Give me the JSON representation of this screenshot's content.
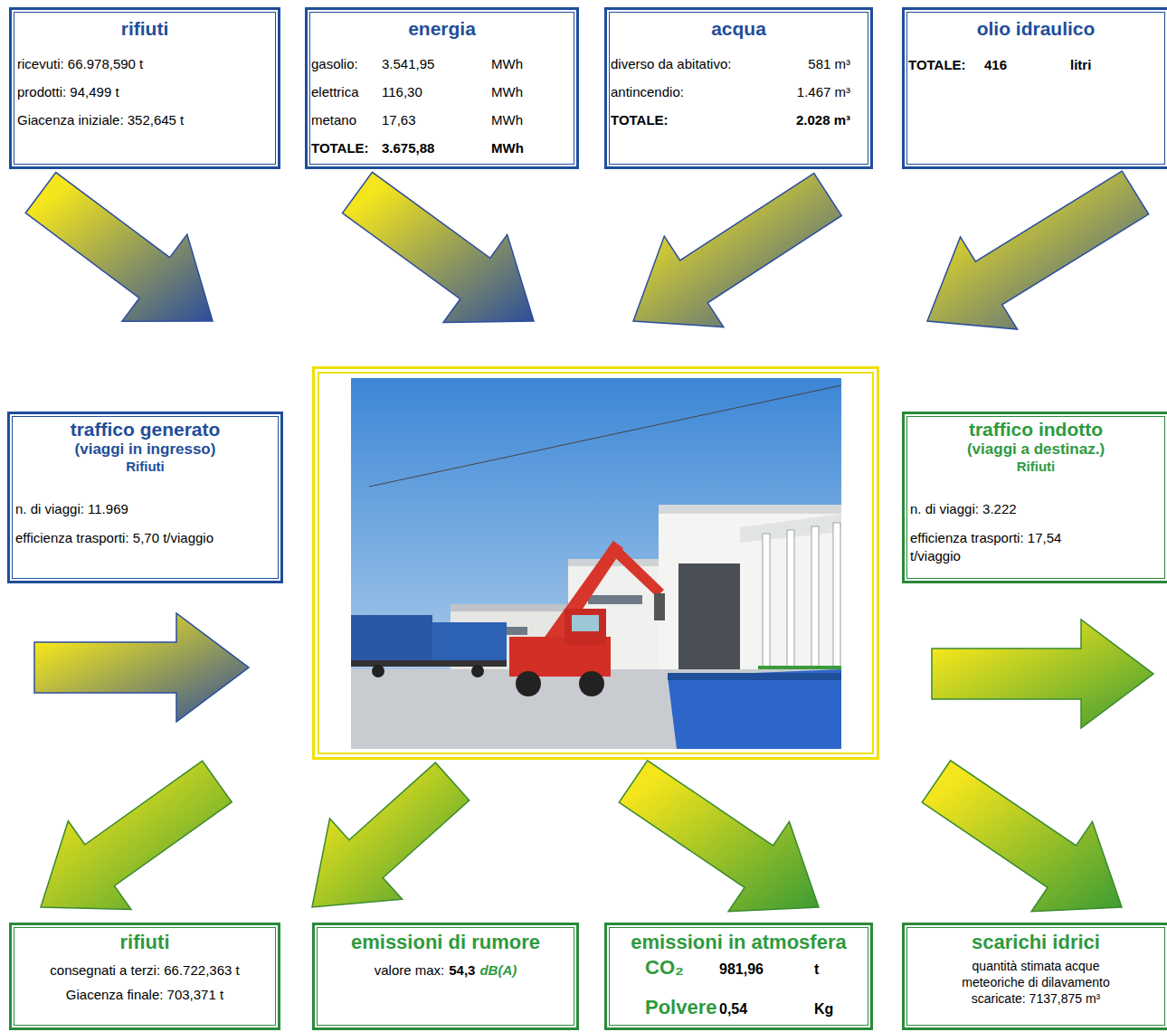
{
  "diagram": {
    "nodes": [
      {
        "text": [
          "rifiuti",
          "ricevuti: 66.978,590 t",
          "prodotti: 94,499 t",
          "Giacenza iniziale: 352,645 t"
        ]
      },
      {
        "text": [
          "energia",
          "gasolio:",
          "3.541,95",
          "MWh",
          "elettrica",
          "116,30",
          "MWh",
          "metano",
          "17,63",
          "MWh",
          "TOTALE:",
          "3.675,88",
          "MWh"
        ]
      },
      {
        "text": [
          "acqua",
          "diverso da abitativo:",
          "581 m³",
          "antincendio:",
          "1.467 m³",
          "TOTALE:",
          "2.028 m³"
        ]
      },
      {
        "text": [
          "olio idraulico",
          "TOTALE:",
          "416",
          "litri"
        ]
      },
      {
        "text": [
          "traffico generato",
          "(viaggi in ingresso)",
          "Rifiuti",
          "n. di viaggi: 11.969",
          "efficienza trasporti: 5,70 t/viaggio"
        ]
      },
      {
        "text": []
      },
      {
        "text": [
          "traffico indotto",
          "(viaggi a destinaz.)",
          "Rifiuti",
          "n. di viaggi: 3.222",
          "efficienza trasporti: 17,54 t/viaggio"
        ]
      },
      {
        "text": [
          "rifiuti",
          "consegnati a terzi: 66.722,363 t",
          "Giacenza finale: 703,371 t"
        ]
      },
      {
        "text": [
          "emissioni di rumore",
          "valore max:",
          "54,3",
          "dB(A)"
        ]
      },
      {
        "text": [
          "emissioni in atmosfera",
          "CO₂",
          "981,96",
          "t",
          "Polvere",
          "0,54",
          "Kg"
        ]
      },
      {
        "text": [
          "scarichi idrici",
          "quantità stimata acque meteoriche di dilavamento scaricate: 7137,875 m³"
        ]
      }
    ],
    "edges": [
      {
        "from": 0,
        "to": 5,
        "arrow": "to"
      },
      {
        "from": 1,
        "to": 5,
        "arrow": "to"
      },
      {
        "from": 2,
        "to": 5,
        "arrow": "to"
      },
      {
        "from": 3,
        "to": 5,
        "arrow": "to"
      },
      {
        "from": 4,
        "to": 5,
        "arrow": "to"
      },
      {
        "from": 5,
        "to": 6,
        "arrow": "to"
      },
      {
        "from": 5,
        "to": 7,
        "arrow": "to"
      },
      {
        "from": 5,
        "to": 8,
        "arrow": "to"
      },
      {
        "from": 5,
        "to": 9,
        "arrow": "to"
      },
      {
        "from": 5,
        "to": 10,
        "arrow": "to"
      }
    ]
  }
}
